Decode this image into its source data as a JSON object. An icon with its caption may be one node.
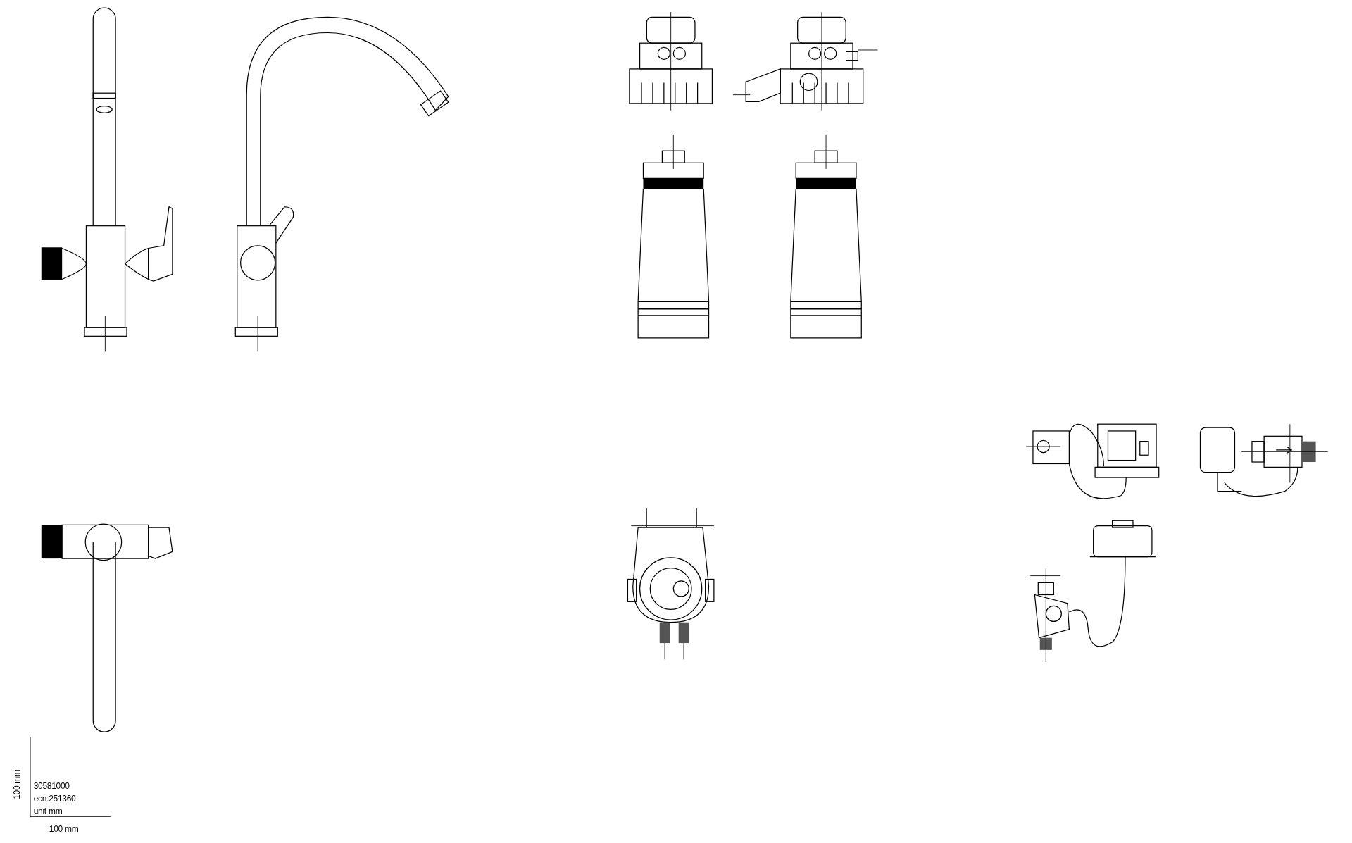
{
  "diagram": {
    "labels": [
      "100 mm",
      "30581000",
      "ecn:251360",
      "unit mm",
      "100 mm"
    ]
  }
}
